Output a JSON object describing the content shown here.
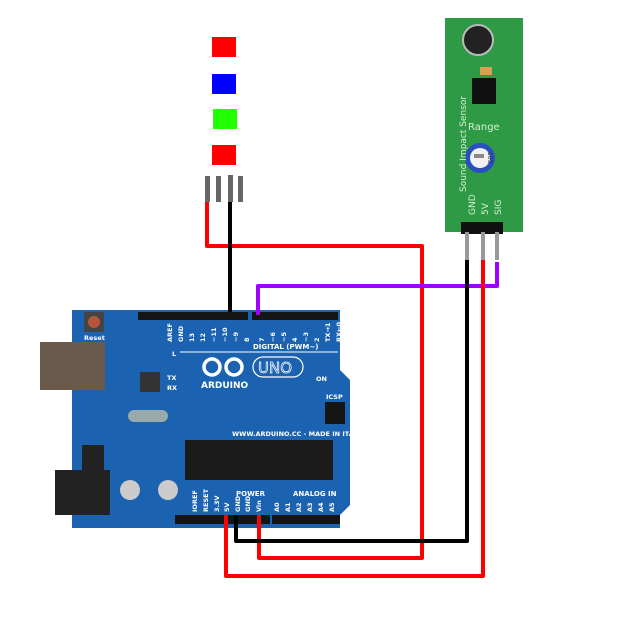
{
  "led": {
    "segments": [
      {
        "name": "red",
        "color": "#ff0000"
      },
      {
        "name": "blue",
        "color": "#0000ff"
      },
      {
        "name": "green",
        "color": "#22ff00"
      },
      {
        "name": "red",
        "color": "#ff0000"
      }
    ],
    "pin_color": "#666666"
  },
  "sensor": {
    "title": "Sound Impact Sensor",
    "range_label": "Range",
    "pot_label": "103",
    "pins": [
      "GND",
      "5V",
      "SIG"
    ],
    "board_color": "#2e9a45"
  },
  "arduino": {
    "reset_label": "Reset",
    "digital_pins": [
      "AREF",
      "GND",
      "13",
      "12",
      "~11",
      "~10",
      "~9",
      "8",
      "7",
      "~6",
      "~5",
      "4",
      "~3",
      "2",
      "TX→1",
      "RX←0"
    ],
    "digital_label": "DIGITAL (PWM~)",
    "logo_text": "ARDUINO",
    "model": "UNO",
    "on_label": "ON",
    "tx_label": "TX",
    "rx_label": "RX",
    "l_label": "L",
    "icsp_label": "ICSP",
    "website": "WWW.ARDUINO.CC - MADE IN ITALY",
    "power_label": "POWER",
    "analog_label": "ANALOG IN",
    "power_pins": [
      "IOREF",
      "RESET",
      "3.3V",
      "5V",
      "GND",
      "GND",
      "Vin"
    ],
    "analog_pins": [
      "A0",
      "A1",
      "A2",
      "A3",
      "A4",
      "A5"
    ],
    "board_color": "#1b62b0"
  },
  "wires": {
    "power_color": "#ff0000",
    "ground_color": "#000000",
    "signal_color": "#a000ff"
  }
}
